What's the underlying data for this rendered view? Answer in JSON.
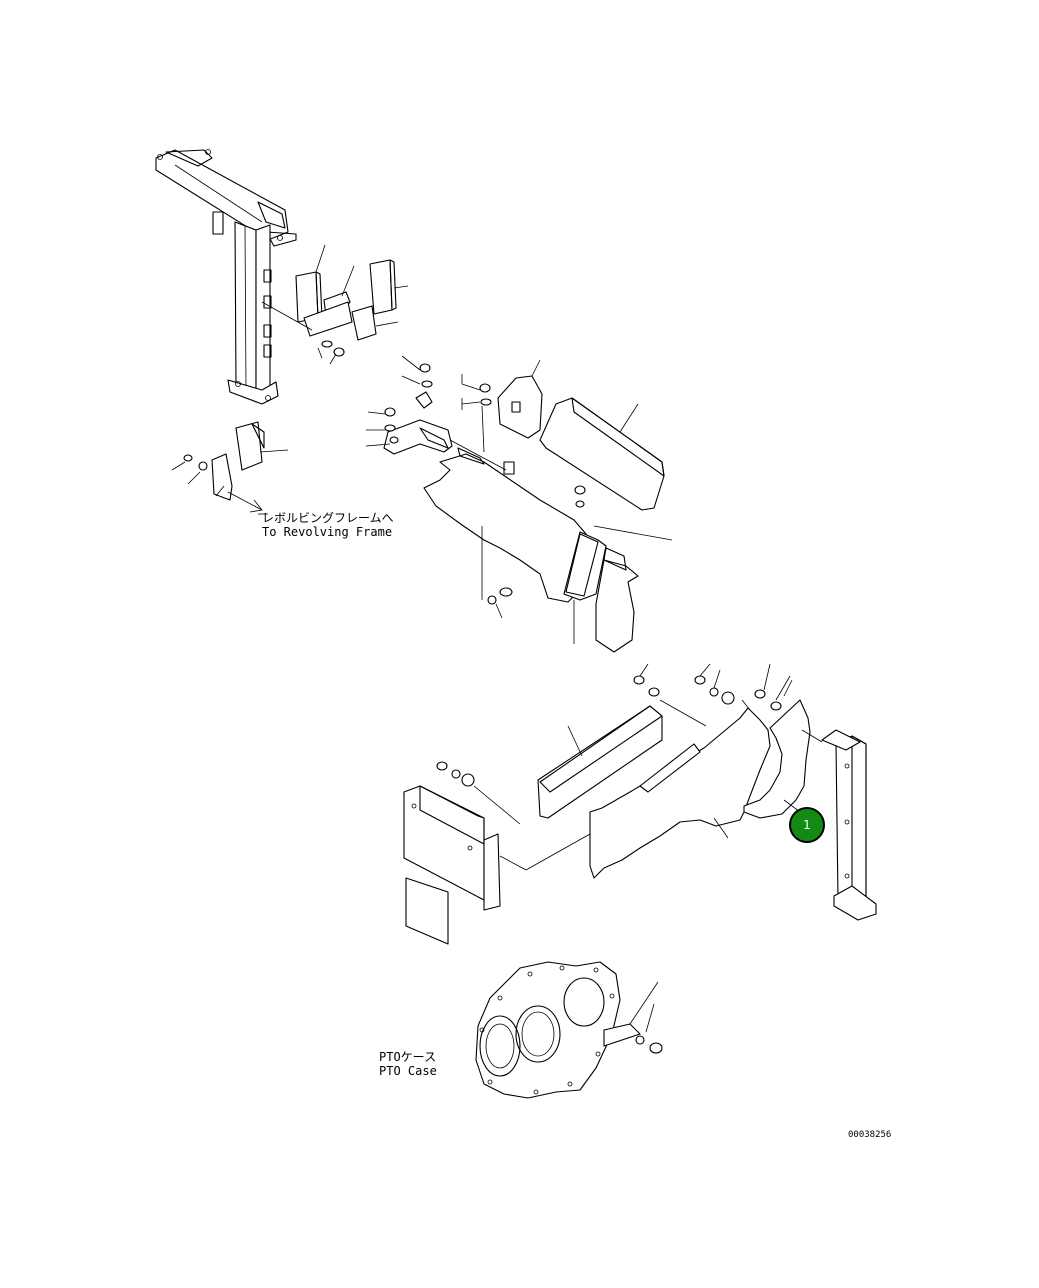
{
  "labels": {
    "revolving_frame_jp": "レボルビングフレームへ",
    "revolving_frame_en": "To Revolving Frame",
    "pto_case_jp": "PTOケース",
    "pto_case_en": "PTO Case"
  },
  "callouts": [
    {
      "number": "1",
      "color": "#138a13"
    }
  ],
  "drawing_number": "00038256"
}
